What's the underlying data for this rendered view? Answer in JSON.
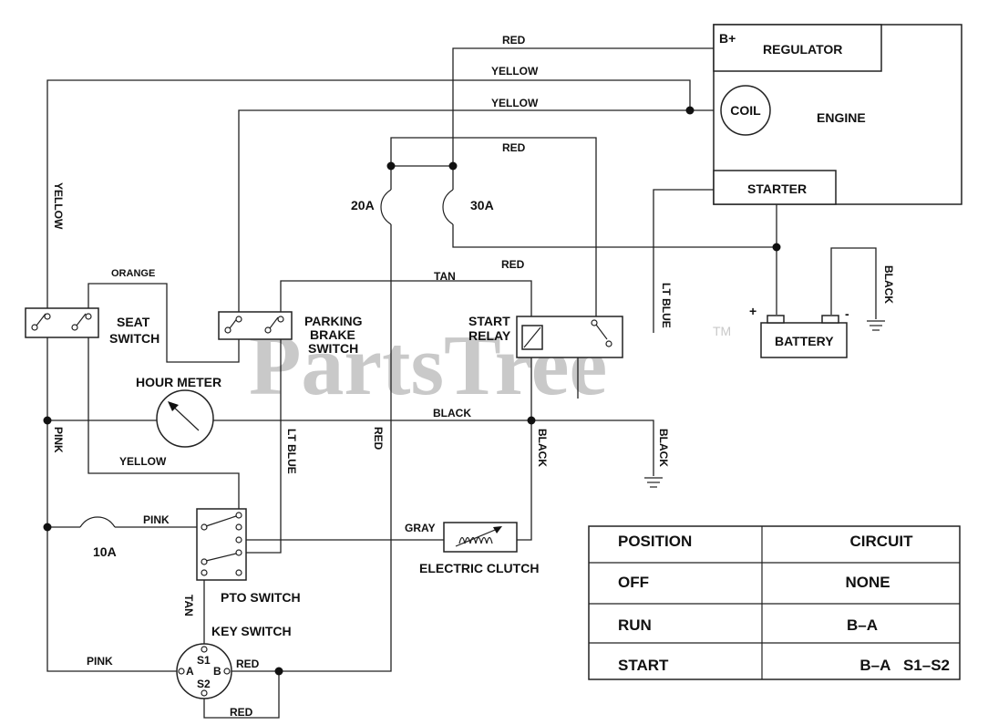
{
  "watermark": {
    "text": "PartsTree",
    "tm": "TM"
  },
  "engine": {
    "title": "ENGINE",
    "bplus": "B+",
    "regulator": "REGULATOR",
    "coil": "COIL",
    "starter": "STARTER"
  },
  "battery": {
    "label": "BATTERY",
    "plus": "+",
    "minus": "-"
  },
  "fuses": {
    "f20": "20A",
    "f30": "30A",
    "f10": "10A"
  },
  "components": {
    "seat_switch": [
      "SEAT",
      "SWITCH"
    ],
    "parking_brake_switch": [
      "PARKING",
      "BRAKE",
      "SWITCH"
    ],
    "start_relay": [
      "START",
      "RELAY"
    ],
    "hour_meter": "HOUR METER",
    "electric_clutch": "ELECTRIC CLUTCH",
    "pto_switch": "PTO SWITCH",
    "key_switch": "KEY SWITCH",
    "key_terminals": {
      "s1": "S1",
      "s2": "S2",
      "a": "A",
      "b": "B"
    }
  },
  "wire_labels": {
    "red_top": "RED",
    "yellow_1": "YELLOW",
    "yellow_2": "YELLOW",
    "red_2": "RED",
    "yellow_left": "YELLOW",
    "orange": "ORANGE",
    "tan_top": "TAN",
    "red_relay": "RED",
    "lt_blue_starter": "LT BLUE",
    "black_right": "BLACK",
    "black_mid": "BLACK",
    "black_relay": "BLACK",
    "black_ground": "BLACK",
    "pink_left": "PINK",
    "yellow_seat": "YELLOW",
    "lt_blue_pto": "LT BLUE",
    "red_vertical": "RED",
    "gray": "GRAY",
    "pink_fuse": "PINK",
    "tan_key": "TAN",
    "pink_key": "PINK",
    "red_key_b": "RED",
    "red_key_bottom": "RED"
  },
  "table": {
    "headers": [
      "POSITION",
      "CIRCUIT"
    ],
    "rows": [
      [
        "OFF",
        "NONE"
      ],
      [
        "RUN",
        "B–A"
      ],
      [
        "START",
        "B–A   S1–S2"
      ]
    ]
  }
}
